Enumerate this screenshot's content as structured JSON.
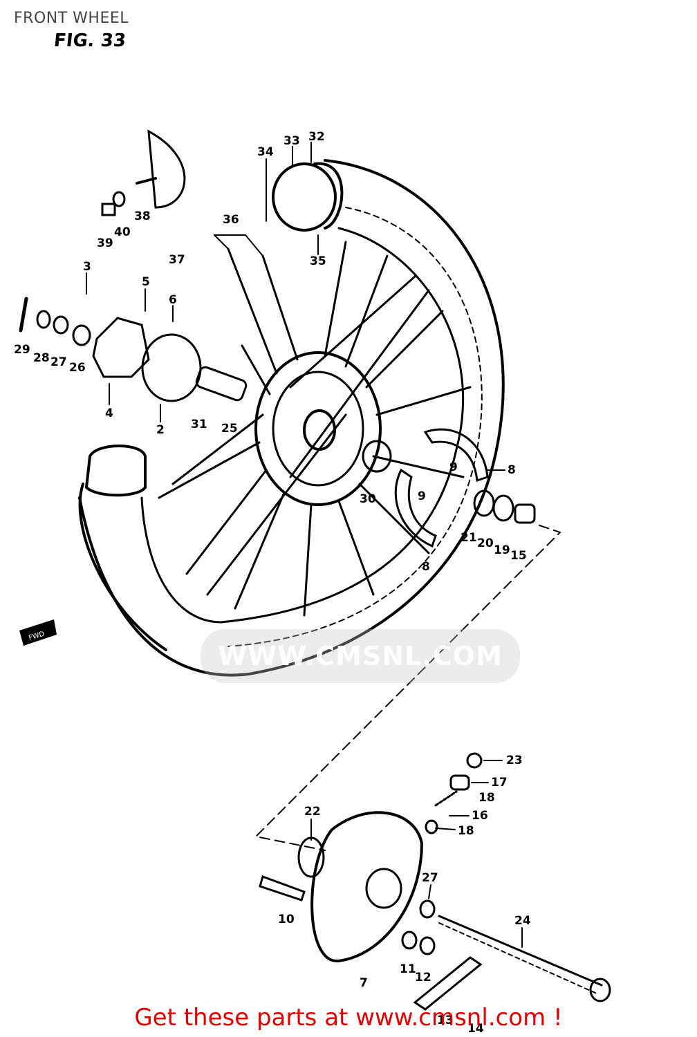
{
  "header": {
    "title": "FRONT WHEEL",
    "figure": "FIG. 33"
  },
  "callouts": [
    {
      "id": "c34",
      "text": "34"
    },
    {
      "id": "c33",
      "text": "33"
    },
    {
      "id": "c32",
      "text": "32"
    },
    {
      "id": "c38",
      "text": "38"
    },
    {
      "id": "c40",
      "text": "40"
    },
    {
      "id": "c39",
      "text": "39"
    },
    {
      "id": "c36",
      "text": "36"
    },
    {
      "id": "c37",
      "text": "37"
    },
    {
      "id": "c35",
      "text": "35"
    },
    {
      "id": "c3",
      "text": "3"
    },
    {
      "id": "c5",
      "text": "5"
    },
    {
      "id": "c6",
      "text": "6"
    },
    {
      "id": "c29",
      "text": "29"
    },
    {
      "id": "c28",
      "text": "28"
    },
    {
      "id": "c27a",
      "text": "27"
    },
    {
      "id": "c26",
      "text": "26"
    },
    {
      "id": "c4",
      "text": "4"
    },
    {
      "id": "c2",
      "text": "2"
    },
    {
      "id": "c31",
      "text": "31"
    },
    {
      "id": "c25",
      "text": "25"
    },
    {
      "id": "c8a",
      "text": "8"
    },
    {
      "id": "c9a",
      "text": "9"
    },
    {
      "id": "c9b",
      "text": "9"
    },
    {
      "id": "c30",
      "text": "30"
    },
    {
      "id": "c21",
      "text": "21"
    },
    {
      "id": "c20",
      "text": "20"
    },
    {
      "id": "c19",
      "text": "19"
    },
    {
      "id": "c15",
      "text": "15"
    },
    {
      "id": "c8b",
      "text": "8"
    },
    {
      "id": "c23",
      "text": "23"
    },
    {
      "id": "c17",
      "text": "17"
    },
    {
      "id": "c18a",
      "text": "18"
    },
    {
      "id": "c16",
      "text": "16"
    },
    {
      "id": "c18b",
      "text": "18"
    },
    {
      "id": "c22",
      "text": "22"
    },
    {
      "id": "c27b",
      "text": "27"
    },
    {
      "id": "c24",
      "text": "24"
    },
    {
      "id": "c10",
      "text": "10"
    },
    {
      "id": "c11",
      "text": "11"
    },
    {
      "id": "c12",
      "text": "12"
    },
    {
      "id": "c7",
      "text": "7"
    },
    {
      "id": "c13",
      "text": "13"
    },
    {
      "id": "c14",
      "text": "14"
    }
  ],
  "badge": {
    "fwd": "FWD"
  },
  "watermark": "WWW.CMSNL.COM",
  "footer": {
    "cta": "Get these parts at www.cmsnl.com !"
  },
  "colors": {
    "line": "#000000",
    "cta": "#e00000",
    "watermark": "#c8c8c8"
  }
}
